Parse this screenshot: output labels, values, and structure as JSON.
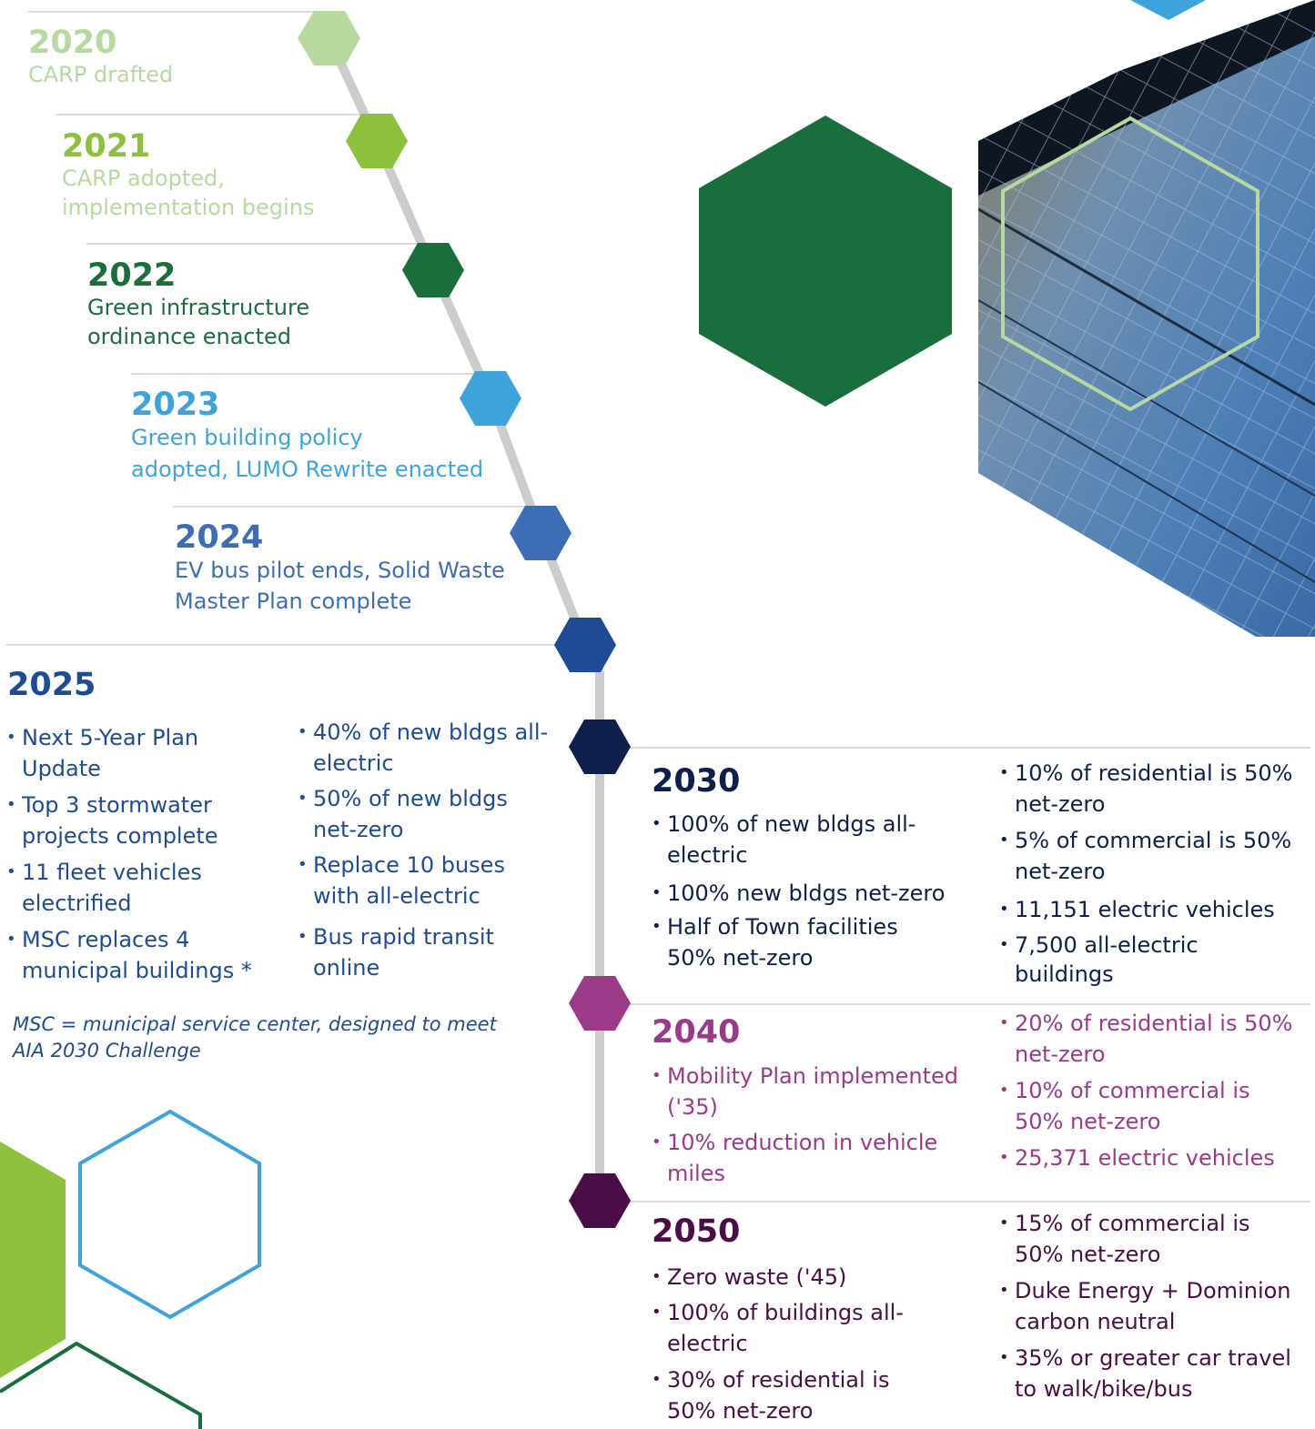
{
  "colors": {
    "y2020": "#b7d99f",
    "y2021": "#8cc03d",
    "y2022": "#1a6e3b",
    "y2023": "#3fa3db",
    "y2024": "#3d6db5",
    "y2025": "#1e4c94",
    "y2030": "#0f1f4d",
    "y2040": "#9c3a8a",
    "y2050": "#4a0d46",
    "timeline_line": "#cccccc",
    "divider": "#d0d0d0",
    "deco_green": "#186f3d",
    "deco_lime": "#8cc03d",
    "deco_blue": "#3fa3db"
  },
  "timeline": {
    "y2020": {
      "year": "2020",
      "text": "CARP drafted"
    },
    "y2021": {
      "year": "2021",
      "text": "CARP adopted,\nimplementation begins"
    },
    "y2022": {
      "year": "2022",
      "text": "Green infrastructure\nordinance enacted"
    },
    "y2023": {
      "year": "2023",
      "text": "Green building policy\nadopted, LUMO Rewrite enacted"
    },
    "y2024": {
      "year": "2024",
      "text": "EV bus pilot ends, Solid Waste\nMaster Plan complete"
    },
    "y2025": {
      "year": "2025",
      "col1": [
        "Next 5-Year Plan\nUpdate",
        "Top 3 stormwater\nprojects complete",
        "11 fleet vehicles\nelectrified",
        "MSC replaces 4\nmunicipal buildings *"
      ],
      "col2": [
        "40% of new bldgs all-\nelectric",
        "50% of new bldgs\nnet-zero",
        "Replace 10 buses\nwith all-electric",
        "Bus rapid transit\nonline"
      ],
      "note": "MSC = municipal service center, designed to meet\nAIA 2030 Challenge"
    },
    "y2030": {
      "year": "2030",
      "col1": [
        "100% of new bldgs all-\nelectric",
        "100% new bldgs net-zero",
        "Half of Town facilities\n50% net-zero"
      ],
      "col2": [
        "10% of residential is 50%\nnet-zero",
        "5% of commercial is 50%\nnet-zero",
        "11,151 electric vehicles",
        "7,500 all-electric\nbuildings"
      ]
    },
    "y2040": {
      "year": "2040",
      "col1": [
        "Mobility Plan implemented\n('35)",
        "10% reduction in vehicle\nmiles"
      ],
      "col2": [
        "20% of residential is 50%\nnet-zero",
        "10% of commercial is\n50% net-zero",
        "25,371 electric vehicles"
      ]
    },
    "y2050": {
      "year": "2050",
      "col1": [
        "Zero waste ('45)",
        "100% of buildings all-\nelectric",
        "30% of residential is\n50% net-zero"
      ],
      "col2": [
        "15% of commercial is\n50% net-zero",
        "Duke Energy + Dominion\ncarbon neutral",
        "35% or greater car travel\nto walk/bike/bus"
      ]
    }
  }
}
